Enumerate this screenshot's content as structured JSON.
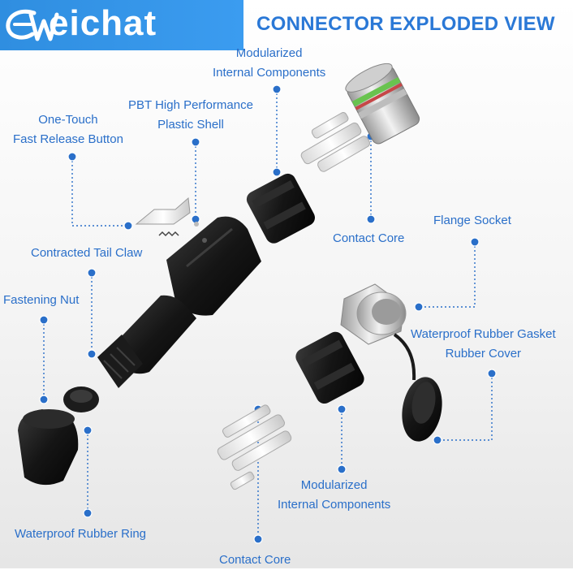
{
  "brand": {
    "name": "eichat",
    "color": "#3b9cf0"
  },
  "title": "CONNECTOR EXPLODED VIEW",
  "accent_color": "#2a6fc9",
  "labels": {
    "modularized_top": [
      "Modularized",
      "Internal Components"
    ],
    "pbt_shell": [
      "PBT High Performance",
      "Plastic Shell"
    ],
    "one_touch": [
      "One-Touch",
      "Fast Release Button"
    ],
    "tail_claw": "Contracted Tail Claw",
    "fastening_nut": "Fastening Nut",
    "contact_core_top": "Contact Core",
    "flange_socket": "Flange Socket",
    "gasket_cover": [
      "Waterproof Rubber Gasket",
      "Rubber Cover"
    ],
    "modularized_bottom": [
      "Modularized",
      "Internal Components"
    ],
    "rubber_ring": "Waterproof Rubber Ring",
    "contact_core_bottom": "Contact Core"
  }
}
